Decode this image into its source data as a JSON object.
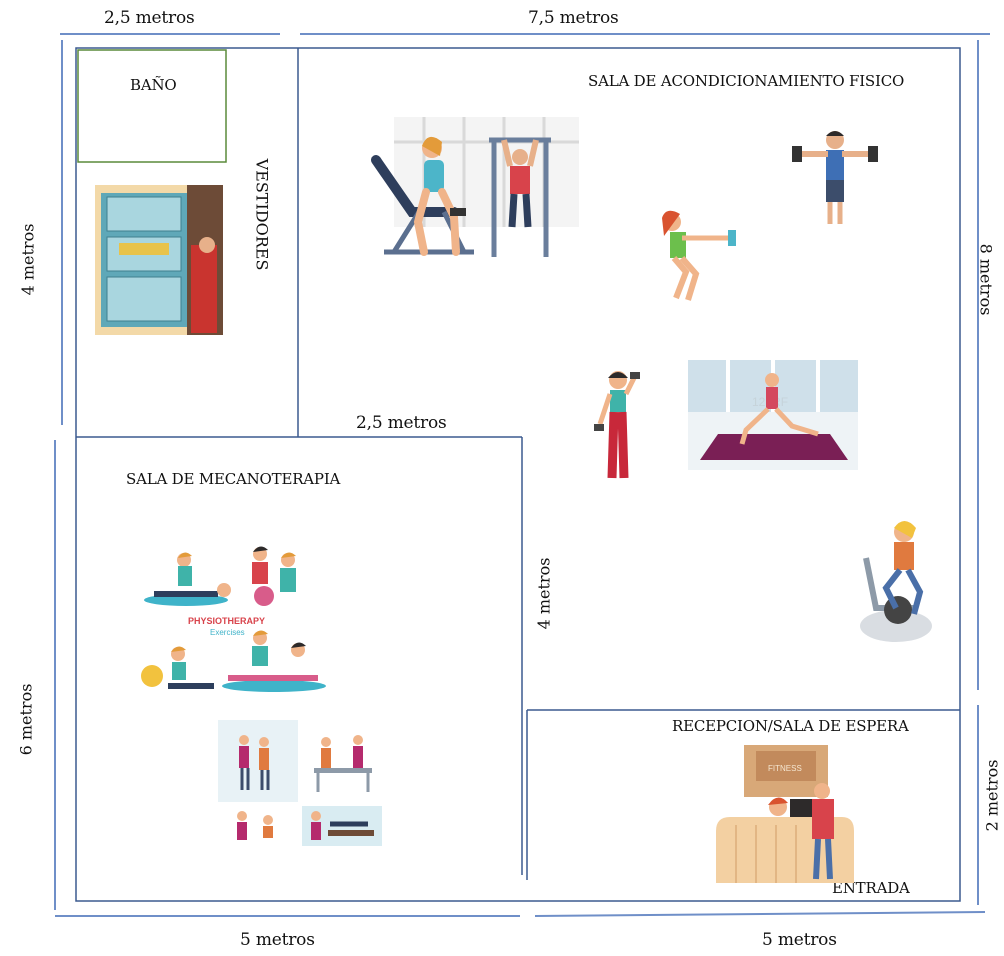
{
  "dimensions": {
    "top_left": "2,5 metros",
    "top_right": "7,5 metros",
    "left_upper": "4 metros",
    "left_lower": "6 metros",
    "right_upper": "8 metros",
    "right_lower": "2 metros",
    "bottom_left": "5 metros",
    "bottom_right": "5 metros",
    "inner_horizontal": "2,5 metros",
    "inner_vertical": "4 metros"
  },
  "rooms": {
    "bano": "BAÑO",
    "vestidores": "VESTIDORES",
    "fitness": "SALA DE ACONDICIONAMIENTO FISICO",
    "mecanoterapia": "SALA DE MECANOTERAPIA",
    "recepcion": "RECEPCION/SALA DE ESPERA",
    "entrada": "ENTRADA"
  },
  "illustration_text": {
    "physio_title": "PHYSIOTHERAPY",
    "physio_subtitle": "Exercises",
    "reception_sign": "FITNESS",
    "watermark": "123RF"
  },
  "colors": {
    "wall": "#3b5a8f",
    "bano_border": "#5a8a3a"
  }
}
